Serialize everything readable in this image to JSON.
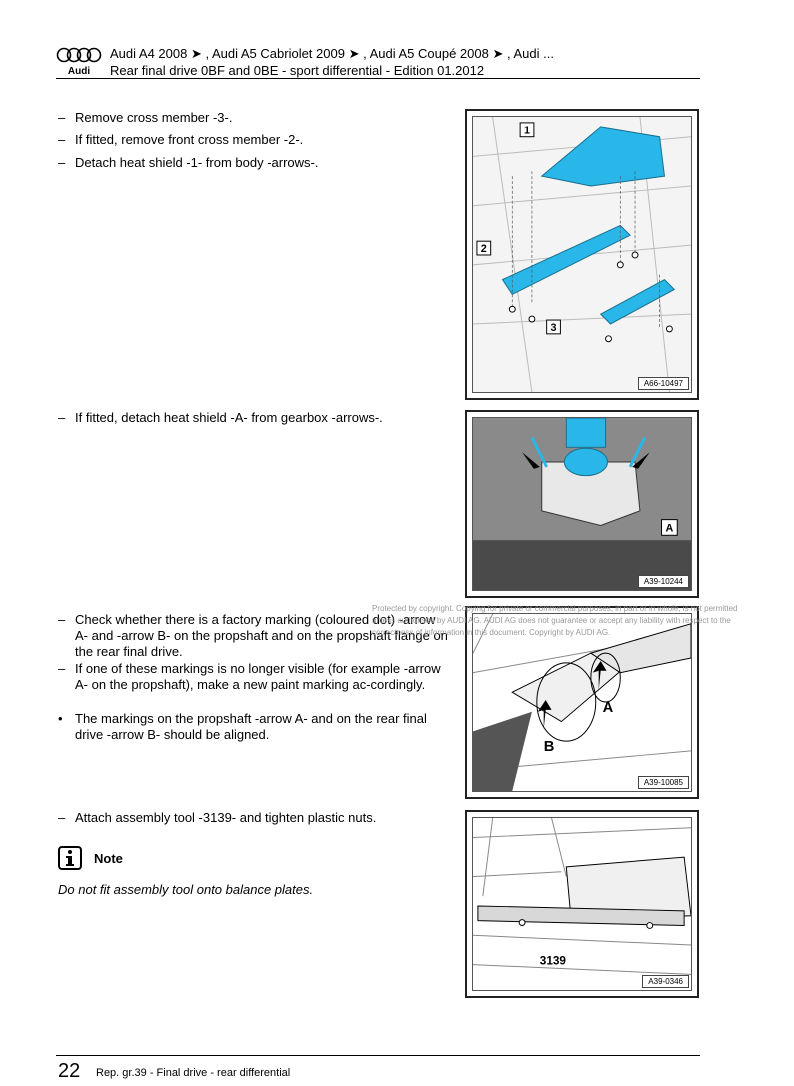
{
  "header": {
    "line1": "Audi A4 2008 ➤ , Audi A5 Cabriolet 2009 ➤ , Audi A5 Coupé 2008 ➤ , Audi ...",
    "line2": "Rear final drive 0BF and 0BE - sport differential - Edition 01.2012",
    "logo_text": "Audi"
  },
  "steps": [
    {
      "bullet": "–",
      "text": "Remove cross member -3-."
    },
    {
      "bullet": "–",
      "text": "If fitted, remove front cross member -2-."
    },
    {
      "bullet": "–",
      "text": "Detach heat shield -1- from body -arrows-."
    },
    {
      "bullet": "–",
      "text": "If fitted, detach heat shield -A- from gearbox -arrows-."
    },
    {
      "bullet": "–",
      "text": "Check whether there is a factory marking (coloured dot) -arrow A- and -arrow B- on the propshaft and on the propshaft flange on the rear final drive."
    },
    {
      "bullet": "–",
      "text": "If one of these markings is no longer visible (for example -arrow A- on the propshaft), make a new paint marking ac-cordingly."
    },
    {
      "bullet": "•",
      "text": "The markings on the propshaft -arrow A- and on the rear final drive -arrow B- should be aligned."
    },
    {
      "bullet": "–",
      "text": "Attach assembly tool -3139- and tighten plastic nuts."
    }
  ],
  "figures": [
    {
      "code": "A66-10497",
      "labels": [
        "1",
        "2",
        "3"
      ]
    },
    {
      "code": "A39-10244",
      "labels": [
        "A"
      ]
    },
    {
      "code": "A39-10085",
      "labels": [
        "A",
        "B"
      ]
    },
    {
      "code": "A39-0346",
      "labels": [
        "3139"
      ]
    }
  ],
  "note": {
    "label": "Note",
    "text": "Do not fit assembly tool onto balance plates."
  },
  "copyright": "Protected by copyright. Copying for private or commercial purposes, in part or in whole, is not permitted unless authorised by AUDI AG. AUDI AG does not guarantee or accept any liability with respect to the correctness of information in this document. Copyright by AUDI AG.",
  "footer": {
    "page_number": "22",
    "text": "Rep. gr.39 - Final drive - rear differential"
  },
  "colors": {
    "highlight": "#29b6e8",
    "line": "#000000"
  }
}
